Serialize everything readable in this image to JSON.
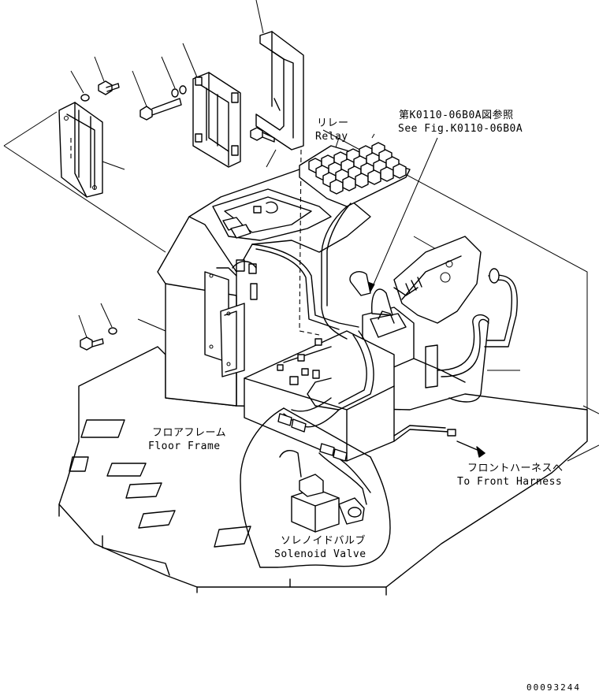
{
  "labels": {
    "relay_jp": "リレー",
    "relay_en": "Relay",
    "see_fig_jp": "第K0110-06B0A図参照",
    "see_fig_en": "See Fig.K0110-06B0A",
    "floor_frame_jp": "フロアフレーム",
    "floor_frame_en": "Floor Frame",
    "front_harness_jp": "フロントハーネスへ",
    "front_harness_en": "To Front Harness",
    "solenoid_jp": "ソレノイドバルブ",
    "solenoid_en": "Solenoid Valve",
    "drawing_number": "00093244"
  }
}
